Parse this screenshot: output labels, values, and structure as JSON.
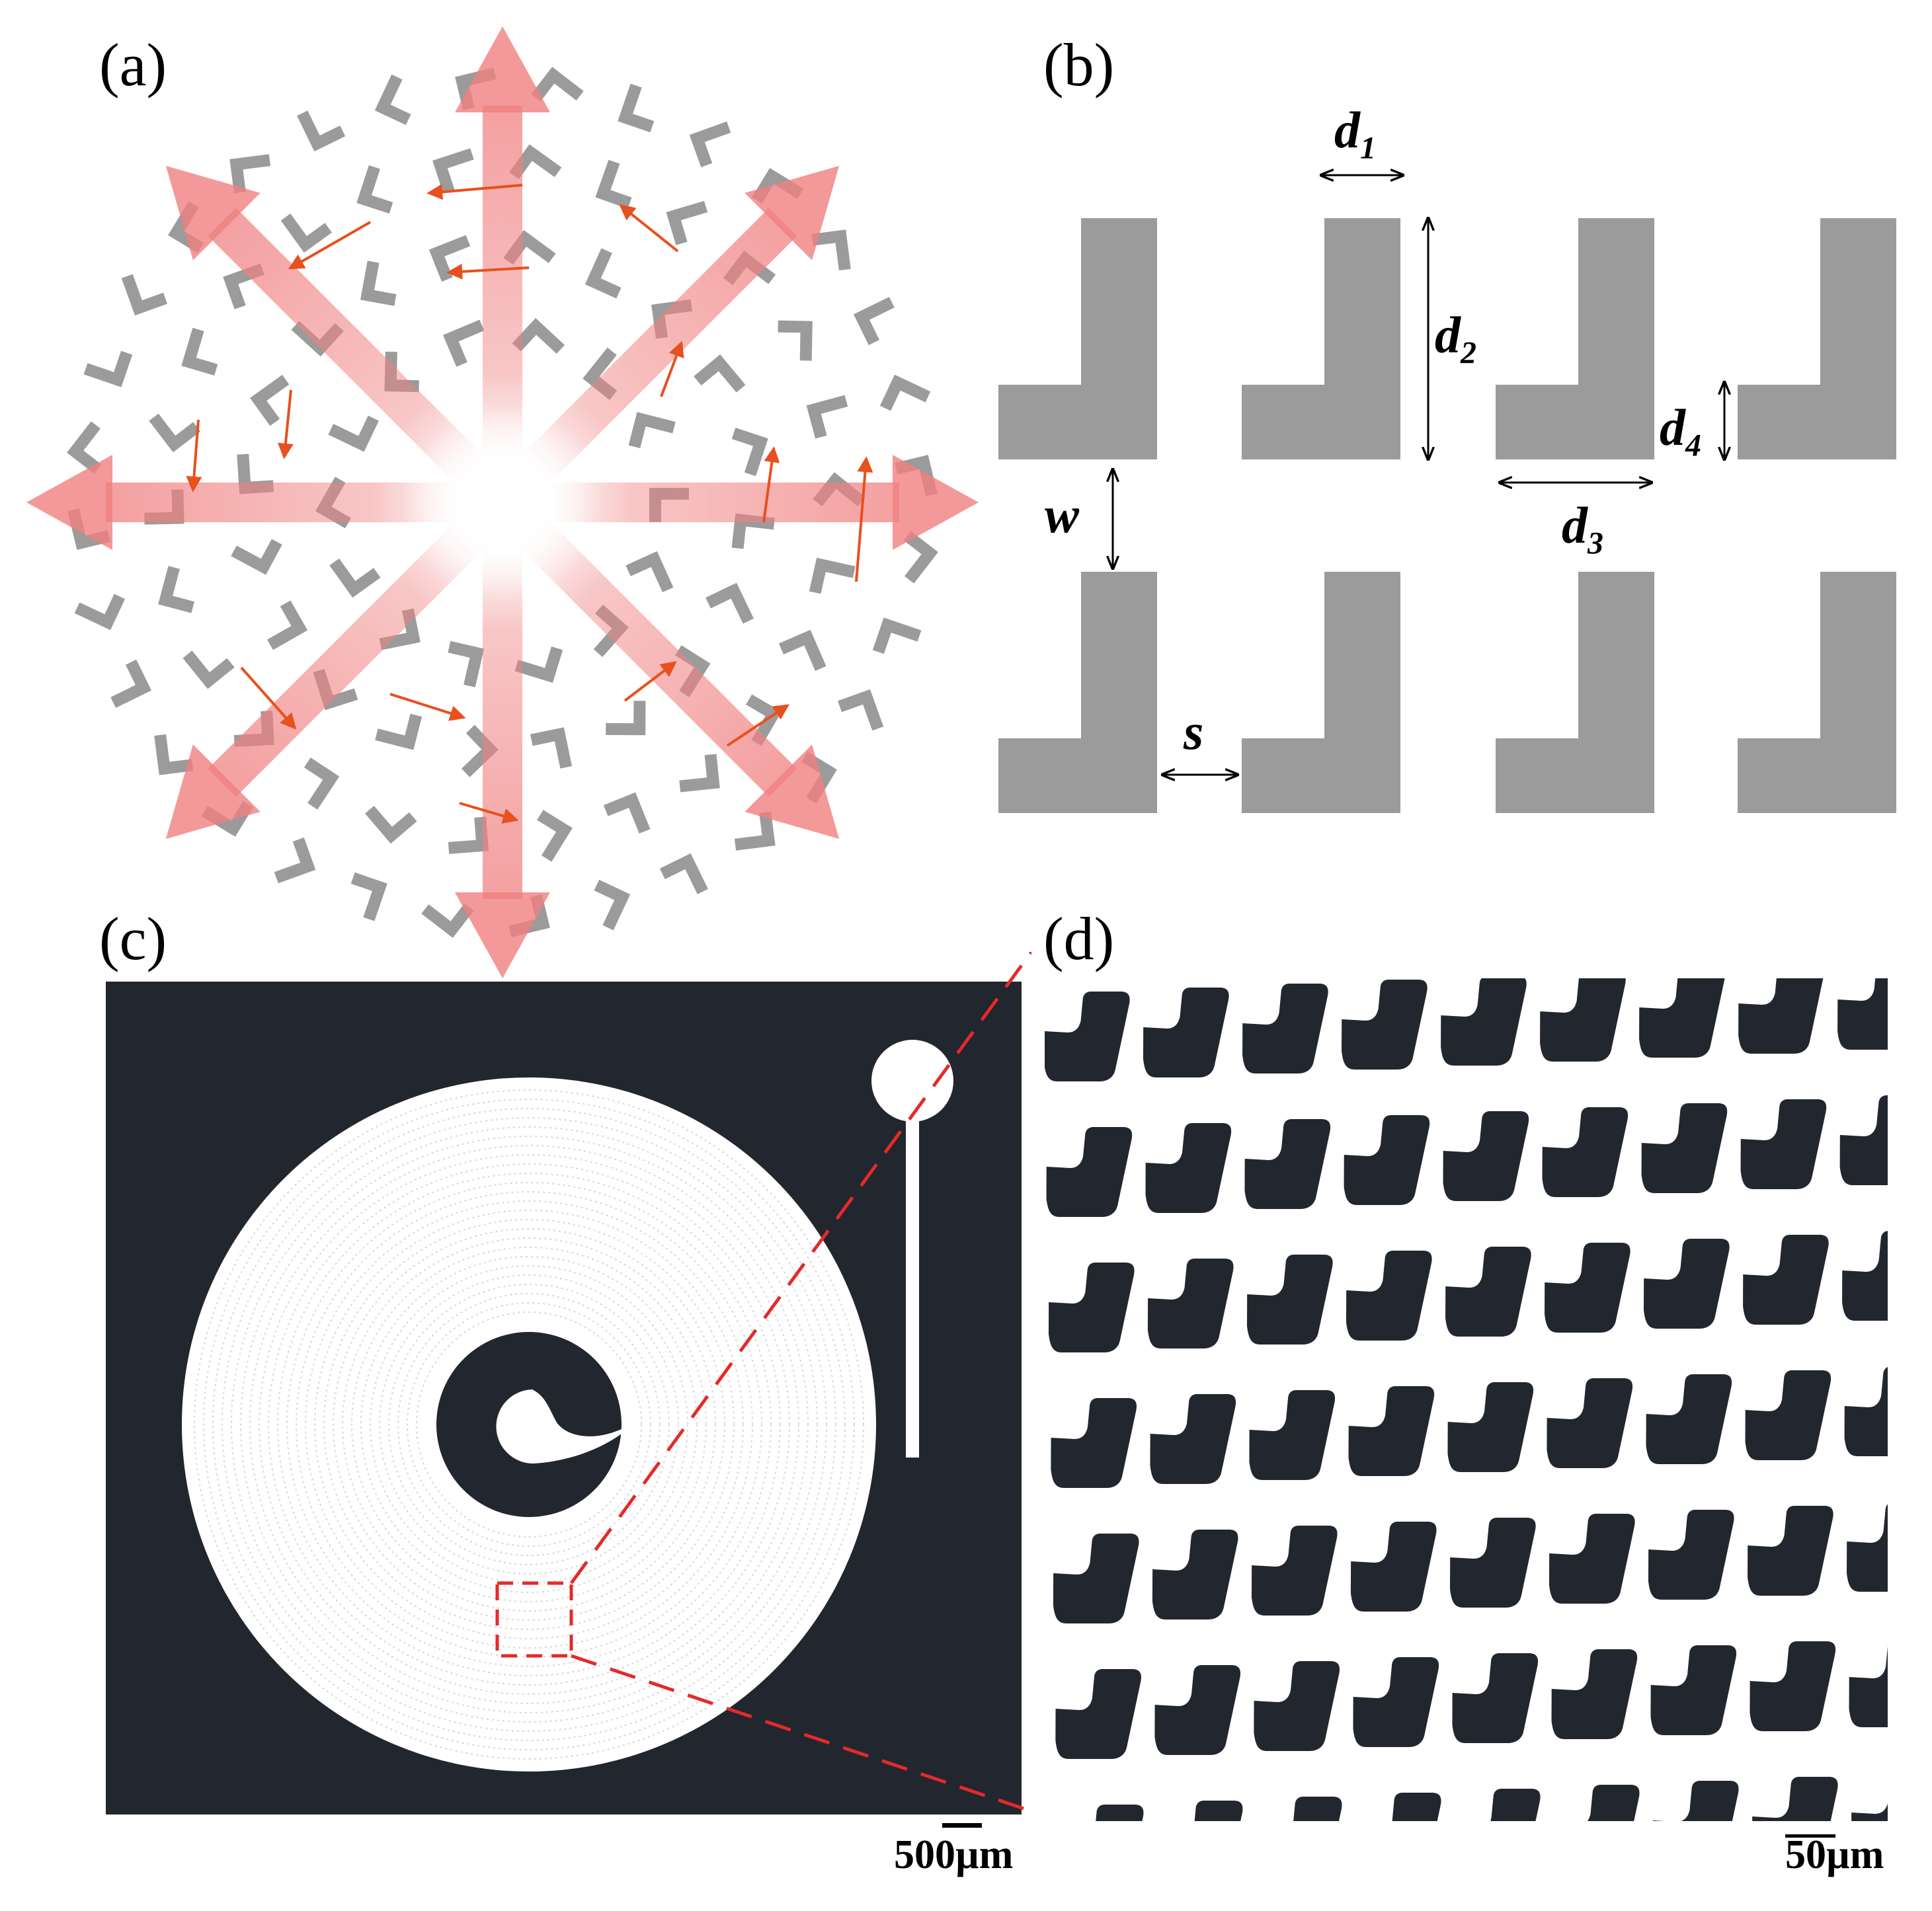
{
  "panels": {
    "a": {
      "label": "(a)"
    },
    "b": {
      "label": "(b)",
      "dims": {
        "d1": "1",
        "d2": "2",
        "d3": "3",
        "d4": "4",
        "w": "w",
        "s": "s",
        "d": "d"
      }
    },
    "c": {
      "label": "(c)",
      "scale_bar": "500µm"
    },
    "d": {
      "label": "(d)",
      "scale_bar": "50µm"
    }
  },
  "colors": {
    "element_gray": "#9b9b9b",
    "arrow_pink": "#f08080",
    "small_arrow": "#e8501e",
    "substrate": "#22262e",
    "zoom_line": "#e32a2a"
  },
  "icons": {
    "radial_arrow": "arrow-icon",
    "l_element": "l-shape-icon"
  }
}
